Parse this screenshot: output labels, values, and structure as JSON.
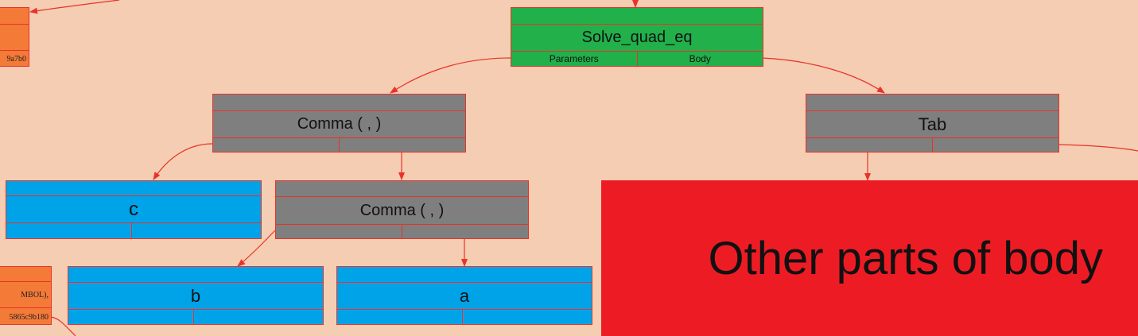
{
  "colors": {
    "background": "#f5cdb2",
    "edge": "#e8322a",
    "function_node": "#22b04b",
    "operator_node": "#7f7f7f",
    "variable_node": "#00a2e8",
    "partial_node": "#f47a38",
    "placeholder_block": "#ed1c24"
  },
  "nodes": {
    "solve": {
      "label": "Solve_quad_eq",
      "left_field": "Parameters",
      "right_field": "Body"
    },
    "comma_top": {
      "label": "Comma ( , )"
    },
    "tab": {
      "label": "Tab"
    },
    "c": {
      "label": "c"
    },
    "comma_inner": {
      "label": "Comma ( , )"
    },
    "b": {
      "label": "b"
    },
    "a": {
      "label": "a"
    }
  },
  "partial_nodes": {
    "top_left": {
      "address": "9a7b0"
    },
    "bottom_left": {
      "type_text": "MBOL),",
      "address": "5865c9b180"
    }
  },
  "placeholder": {
    "text": "Other parts of body"
  }
}
